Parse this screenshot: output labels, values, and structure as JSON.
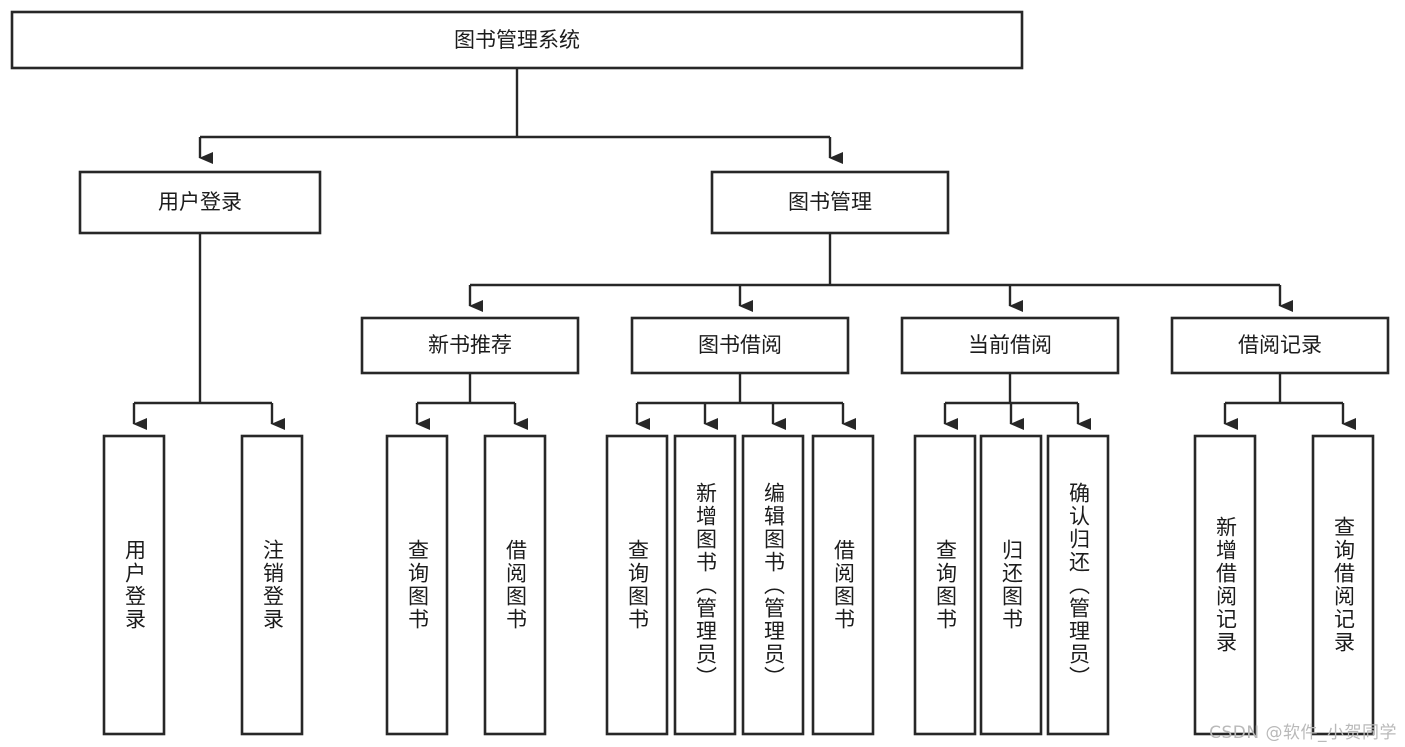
{
  "diagram": {
    "type": "tree",
    "title": "图书管理系统",
    "root": {
      "label": "图书管理系统"
    },
    "level1": [
      {
        "label": "用户登录"
      },
      {
        "label": "图书管理"
      }
    ],
    "level2": [
      {
        "label": "新书推荐"
      },
      {
        "label": "图书借阅"
      },
      {
        "label": "当前借阅"
      },
      {
        "label": "借阅记录"
      }
    ],
    "leaves": {
      "user_login": [
        {
          "label": "用户登录"
        },
        {
          "label": "注销登录"
        }
      ],
      "new_book_recommend": [
        {
          "label": "查询图书"
        },
        {
          "label": "借阅图书"
        }
      ],
      "book_borrow": [
        {
          "label": "查询图书"
        },
        {
          "label": "新增图书（管理员）"
        },
        {
          "label": "编辑图书（管理员）"
        },
        {
          "label": "借阅图书"
        }
      ],
      "current_borrow": [
        {
          "label": "查询图书"
        },
        {
          "label": "归还图书"
        },
        {
          "label": "确认归还（管理员）"
        }
      ],
      "borrow_record": [
        {
          "label": "新增借阅记录"
        },
        {
          "label": "查询借阅记录"
        }
      ]
    }
  },
  "watermark": {
    "text": "CSDN @软件_小贺同学"
  },
  "colors": {
    "stroke": "#272727",
    "fill": "#ffffff",
    "text": "#1c1c1c",
    "watermark": "#b9b9b9"
  }
}
